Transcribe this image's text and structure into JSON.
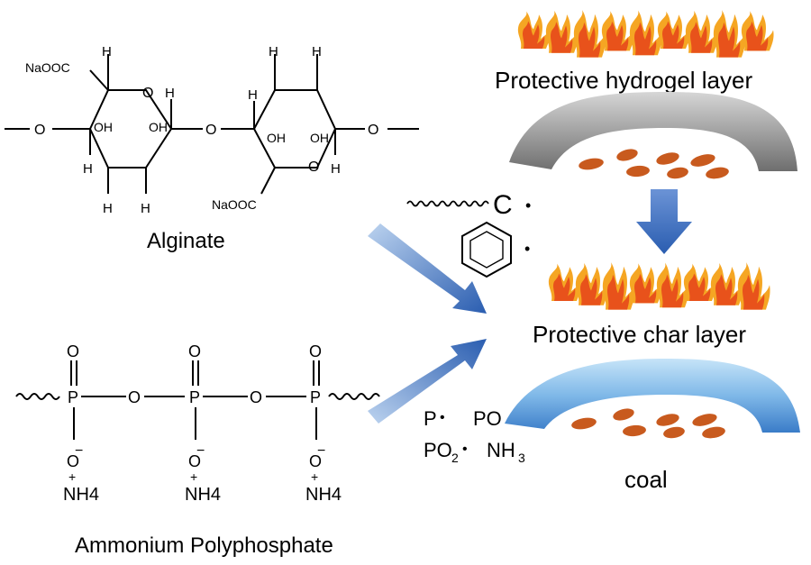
{
  "alginate": {
    "title": "Alginate",
    "substituent_top": "NaOOC",
    "substituent_bottom": "NaOOC",
    "h": "H",
    "oh": "OH",
    "o": "O"
  },
  "app": {
    "title": "Ammonium Polyphosphate",
    "p": "P",
    "o": "O",
    "o_minus": "O",
    "minus": "−",
    "plus": "+",
    "nh4": "NH4"
  },
  "radicals": {
    "carbon": "C",
    "p": "P",
    "po": "PO",
    "po2_main": "PO",
    "po2_sub": "2",
    "nh3_main": "NH",
    "nh3_sub": "3",
    "dot": "•"
  },
  "layers": {
    "hydrogel": "Protective hydrogel layer",
    "char": "Protective char layer",
    "coal": "coal"
  },
  "colors": {
    "flame_outer": "#f5a623",
    "flame_inner": "#e8521b",
    "hydrogel_dark": "#7a7a7a",
    "hydrogel_light": "#d9d9d9",
    "char_dark": "#2e6fc0",
    "char_light": "#bfe0f7",
    "coal_particle": "#c85a1e",
    "arrow_blue": "#2a5db0"
  }
}
